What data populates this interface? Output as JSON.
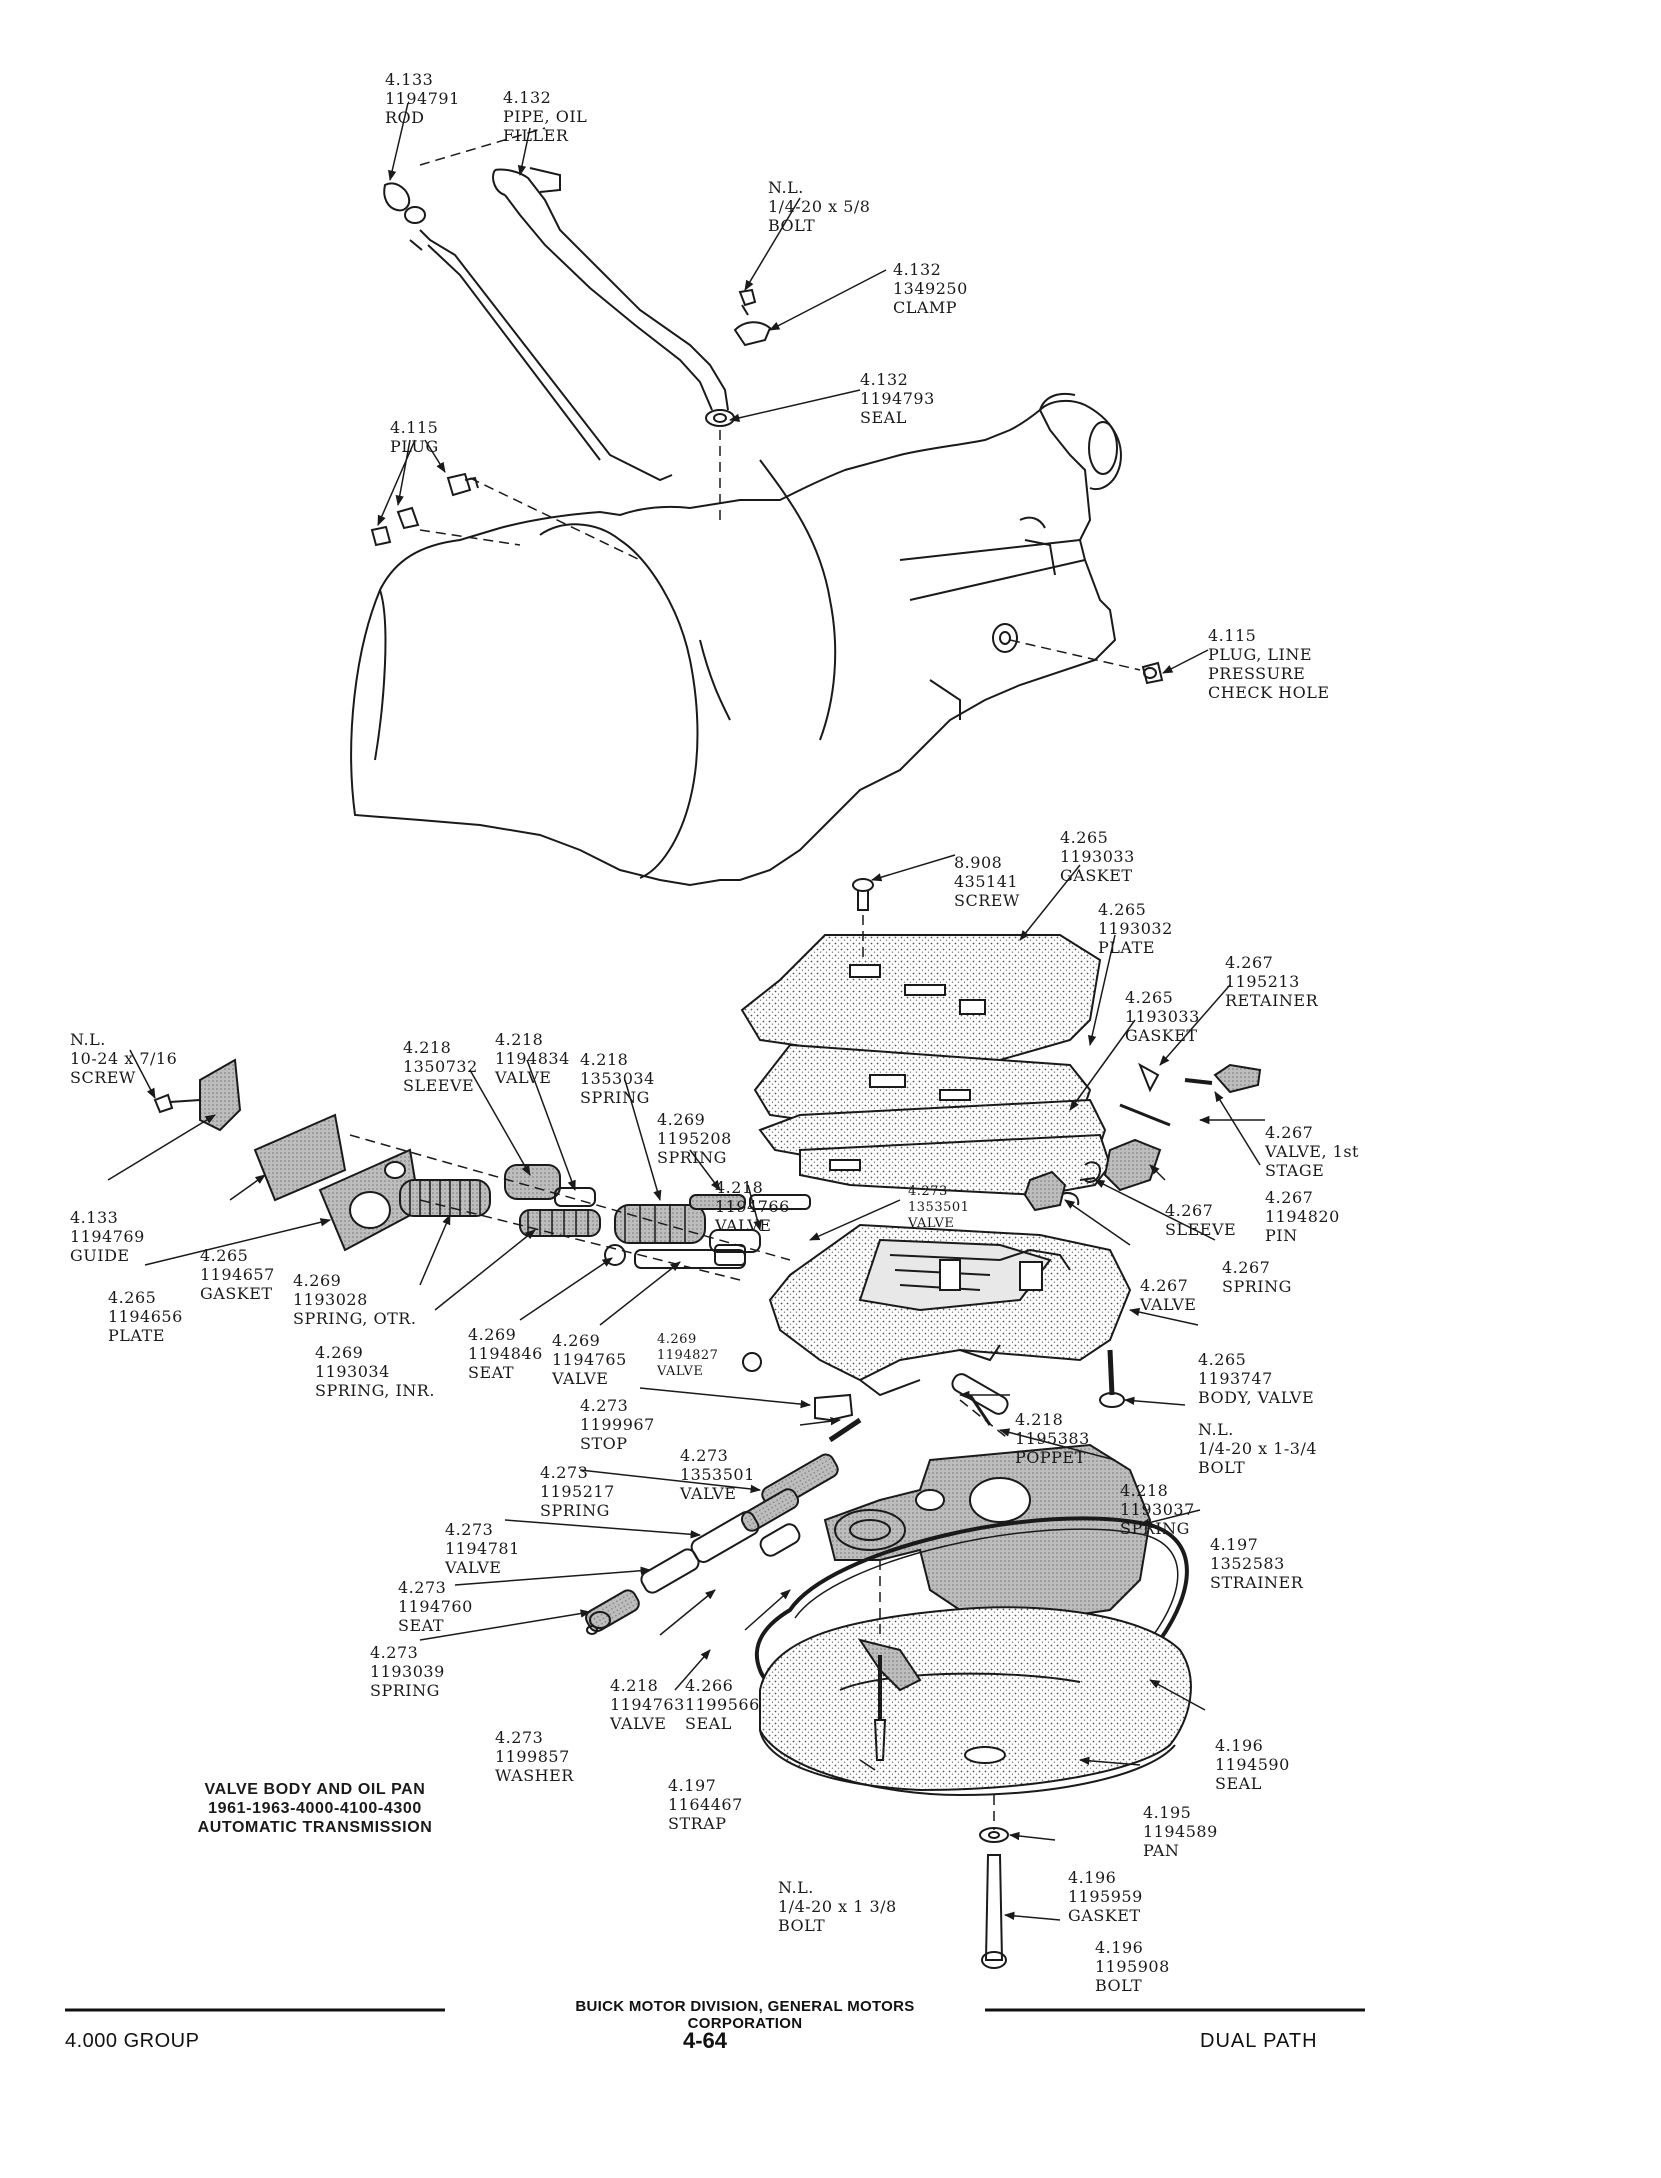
{
  "labels": {
    "rod": [
      "4.133",
      "1194791",
      "ROD"
    ],
    "filler_pipe": [
      "4.132",
      "PIPE, OIL",
      "FILLER"
    ],
    "bolt_top": [
      "N.L.",
      "1/4-20 x 5/8",
      "BOLT"
    ],
    "clamp": [
      "4.132",
      "1349250",
      "CLAMP"
    ],
    "seal_top": [
      "4.132",
      "1194793",
      "SEAL"
    ],
    "plug": [
      "4.115",
      "PLUG"
    ],
    "plug_line": [
      "4.115",
      "PLUG, LINE",
      "PRESSURE",
      "CHECK HOLE"
    ],
    "screw_908": [
      "8.908",
      "435141",
      "SCREW"
    ],
    "gasket_upper": [
      "4.265",
      "1193033",
      "GASKET"
    ],
    "plate_1193032": [
      "4.265",
      "1193032",
      "PLATE"
    ],
    "retainer": [
      "4.267",
      "1195213",
      "RETAINER"
    ],
    "gasket_lower": [
      "4.265",
      "1193033",
      "GASKET"
    ],
    "screw_nl": [
      "N.L.",
      "10-24 x 7/16",
      "SCREW"
    ],
    "sleeve_218": [
      "4.218",
      "1350732",
      "SLEEVE"
    ],
    "valve_218_a": [
      "4.218",
      "1194834",
      "VALVE"
    ],
    "spring_218": [
      "4.218",
      "1353034",
      "SPRING"
    ],
    "spring_269_a": [
      "4.269",
      "1195208",
      "SPRING"
    ],
    "valve_218_b": [
      "4.218",
      "1194766",
      "VALVE"
    ],
    "valve_273_a": [
      "4.273",
      "1353501",
      "VALVE"
    ],
    "valve_1st": [
      "4.267",
      "VALVE, 1st",
      "STAGE"
    ],
    "pin": [
      "4.267",
      "1194820",
      "PIN"
    ],
    "sleeve_267": [
      "4.267",
      "SLEEVE"
    ],
    "spring_267": [
      "4.267",
      "SPRING"
    ],
    "valve_267": [
      "4.267",
      "VALVE"
    ],
    "guide": [
      "4.133",
      "1194769",
      "GUIDE"
    ],
    "gasket_657": [
      "4.265",
      "1194657",
      "GASKET"
    ],
    "plate_656": [
      "4.265",
      "1194656",
      "PLATE"
    ],
    "spring_otr": [
      "4.269",
      "1193028",
      "SPRING, OTR."
    ],
    "spring_inr": [
      "4.269",
      "1193034",
      "SPRING, INR."
    ],
    "seat_269": [
      "4.269",
      "1194846",
      "SEAT"
    ],
    "valve_269": [
      "4.269",
      "1194765",
      "VALVE"
    ],
    "valve_269_b": [
      "4.269",
      "1194827",
      "VALVE"
    ],
    "body_valve": [
      "4.265",
      "1193747",
      "BODY, VALVE"
    ],
    "stop": [
      "4.273",
      "1199967",
      "STOP"
    ],
    "valve_273_b": [
      "4.273",
      "1353501",
      "VALVE"
    ],
    "poppet": [
      "4.218",
      "1195383",
      "POPPET"
    ],
    "bolt_nl_mid": [
      "N.L.",
      "1/4-20 x 1-3/4",
      "BOLT"
    ],
    "spring_273_a": [
      "4.273",
      "1195217",
      "SPRING"
    ],
    "spring_218_b": [
      "4.218",
      "1193037",
      "SPRING"
    ],
    "strainer": [
      "4.197",
      "1352583",
      "STRAINER"
    ],
    "valve_273_c": [
      "4.273",
      "1194781",
      "VALVE"
    ],
    "seat_273": [
      "4.273",
      "1194760",
      "SEAT"
    ],
    "spring_273_b": [
      "4.273",
      "1193039",
      "SPRING"
    ],
    "washer": [
      "4.273",
      "1199857",
      "WASHER"
    ],
    "valve_218_c": [
      "4.218",
      "1194763",
      "VALVE"
    ],
    "seal_266": [
      "4.266",
      "1199566",
      "SEAL"
    ],
    "seal_196": [
      "4.196",
      "1194590",
      "SEAL"
    ],
    "strap": [
      "4.197",
      "1164467",
      "STRAP"
    ],
    "pan": [
      "4.195",
      "1194589",
      "PAN"
    ],
    "bolt_nl_bottom": [
      "N.L.",
      "1/4-20 x 1 3/8",
      "BOLT"
    ],
    "gasket_196": [
      "4.196",
      "1195959",
      "GASKET"
    ],
    "bolt_196": [
      "4.196",
      "1195908",
      "BOLT"
    ]
  },
  "caption": [
    "VALVE BODY AND OIL PAN",
    "1961-1963-4000-4100-4300",
    "AUTOMATIC TRANSMISSION"
  ],
  "footer": {
    "publisher": "BUICK MOTOR DIVISION, GENERAL MOTORS CORPORATION",
    "group": "4.000 GROUP",
    "page": "4-64",
    "section": "DUAL PATH"
  },
  "colors": {
    "ink": "#1a1a1a",
    "paper": "#ffffff",
    "stipple": "#8a8a8a"
  }
}
